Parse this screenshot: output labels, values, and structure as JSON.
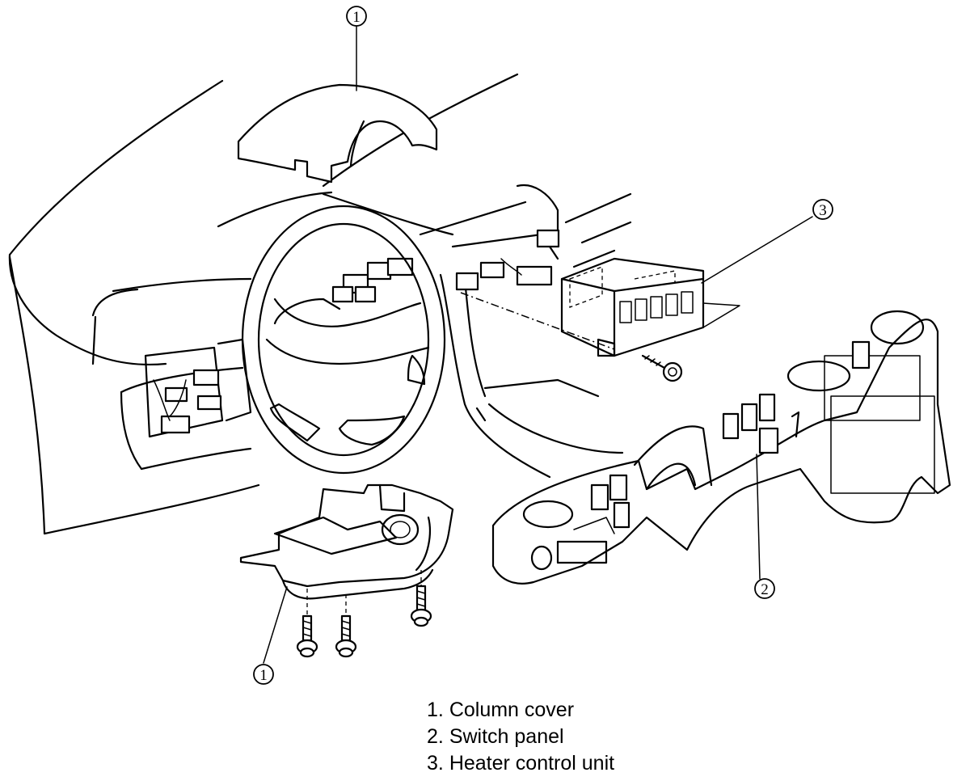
{
  "callouts": [
    {
      "id": "callout-1-top",
      "label": "1"
    },
    {
      "id": "callout-1-bottom",
      "label": "1"
    },
    {
      "id": "callout-2",
      "label": "2"
    },
    {
      "id": "callout-3",
      "label": "3"
    }
  ],
  "legend": [
    {
      "number": "1.",
      "text": "Column cover"
    },
    {
      "number": "2.",
      "text": "Switch panel"
    },
    {
      "number": "3.",
      "text": "Heater control unit"
    }
  ]
}
